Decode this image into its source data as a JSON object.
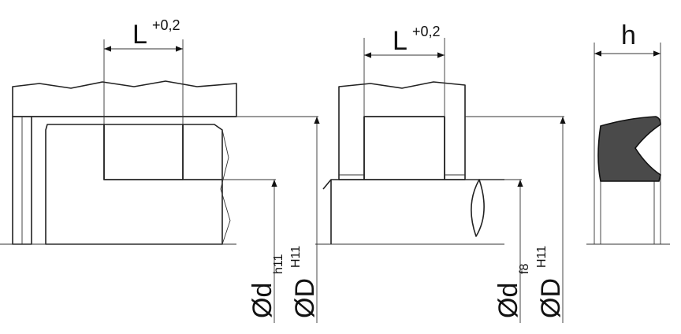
{
  "views": {
    "piston": {
      "groove_width": {
        "main": "L",
        "tolerance": "+0,2"
      },
      "dim_small": {
        "symbol": "Ød",
        "tolerance": "h11"
      },
      "dim_large": {
        "symbol": "ØD",
        "tolerance": "H11"
      }
    },
    "rod": {
      "groove_width": {
        "main": "L",
        "tolerance": "+0,2"
      },
      "dim_small": {
        "symbol": "Ød",
        "tolerance": "f8"
      },
      "dim_large": {
        "symbol": "ØD",
        "tolerance": "H11"
      }
    },
    "seal": {
      "height": {
        "main": "h"
      }
    }
  },
  "colors": {
    "line": "#222222",
    "seal_fill": "#4a4a4a",
    "background": "#ffffff"
  }
}
